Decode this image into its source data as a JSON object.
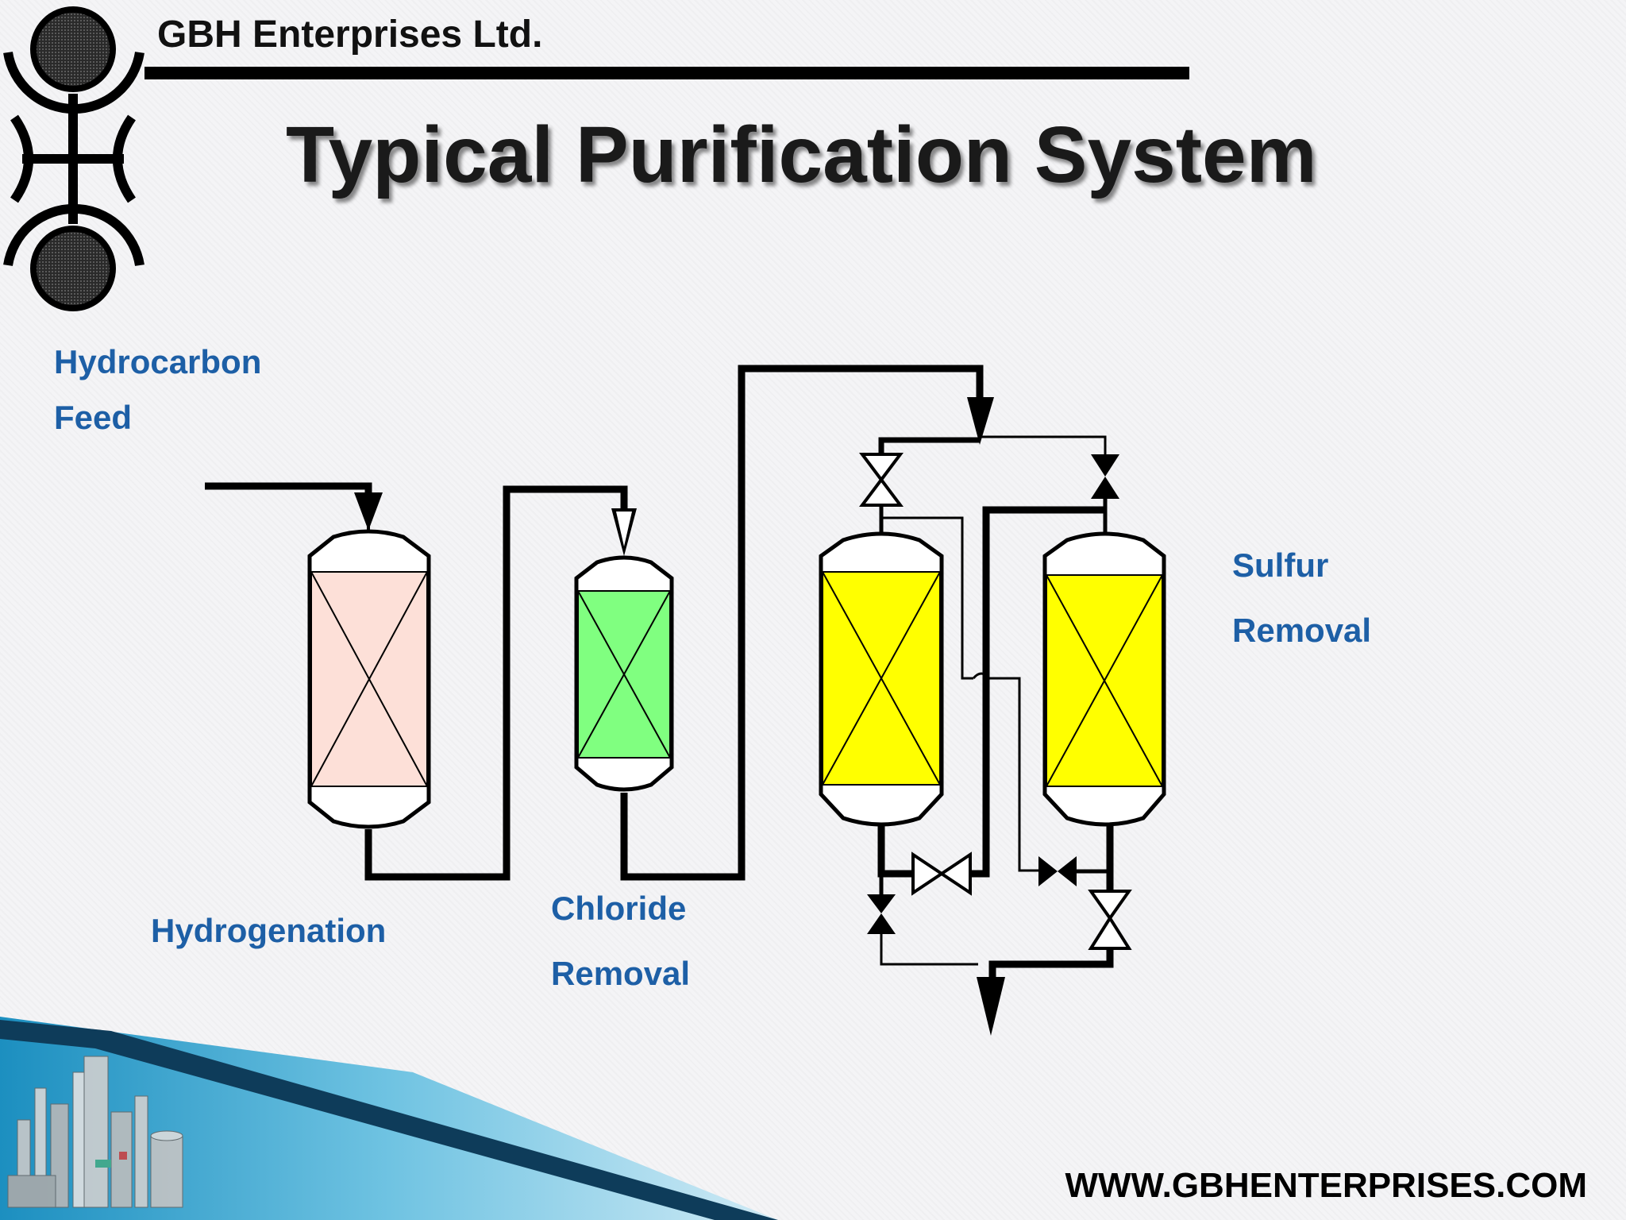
{
  "header": {
    "company": "GBH Enterprises Ltd.",
    "title": "Typical Purification System"
  },
  "labels": {
    "feed_line1": "Hydrocarbon",
    "feed_line2": "Feed",
    "hydrogenation": "Hydrogenation",
    "chloride_line1": "Chloride",
    "chloride_line2": "Removal",
    "sulfur_line1": "Sulfur",
    "sulfur_line2": "Removal"
  },
  "footer": {
    "website": "WWW.GBHENTERPRISES.COM"
  },
  "colors": {
    "hydrogenation_bed": "#fde0d8",
    "chloride_bed": "#80ff80",
    "sulfur_bed": "#ffff00",
    "label_blue": "#1d5fa6"
  }
}
